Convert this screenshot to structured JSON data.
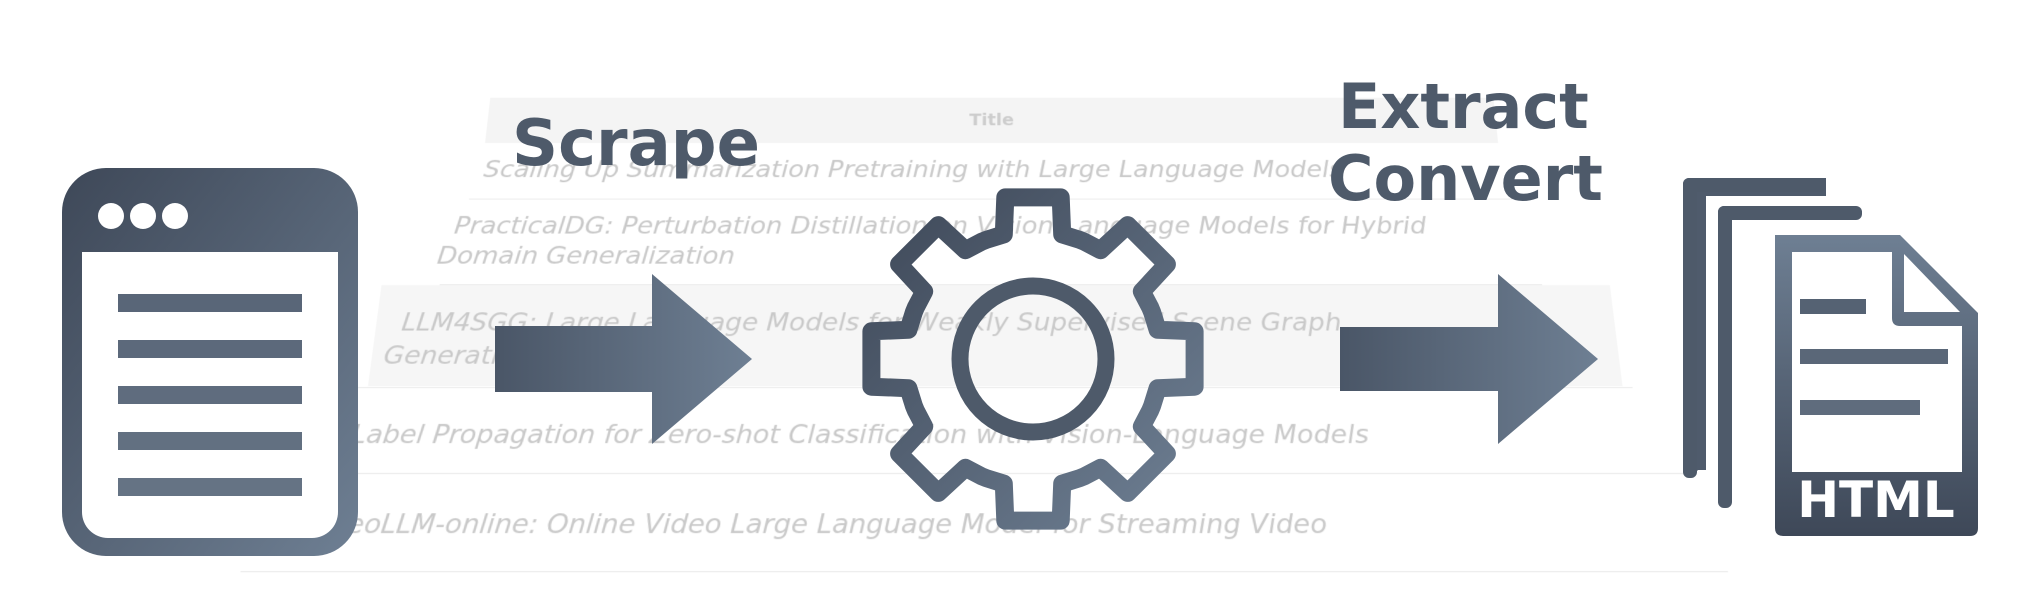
{
  "table": {
    "header": "Title",
    "rows": [
      "Scaling Up Summarization Pretraining with Large Language Models",
      "PracticalDG: Perturbation Distillation on Vision-Language Models for Hybrid",
      "Domain Generalization",
      "LLM4SGG: Large Language Models for Weakly Supervised Scene Graph",
      "Generation",
      "Label Propagation for Zero-shot Classification with Vision-Language Models",
      "VideoLLM-online: Online Video Large Language Model for Streaming Video"
    ]
  },
  "diagram": {
    "step1_label": "Scrape",
    "step2_label_line1": "Extract",
    "step2_label_line2": "Convert",
    "output_badge": "HTML",
    "icons": [
      "browser-window-icon",
      "arrow-right-icon",
      "gear-icon",
      "arrow-right-icon",
      "html-documents-icon"
    ],
    "colors": {
      "icon_dark": "#3e4858",
      "icon_light": "#6e7f93",
      "label": "#4e5a6a"
    }
  }
}
